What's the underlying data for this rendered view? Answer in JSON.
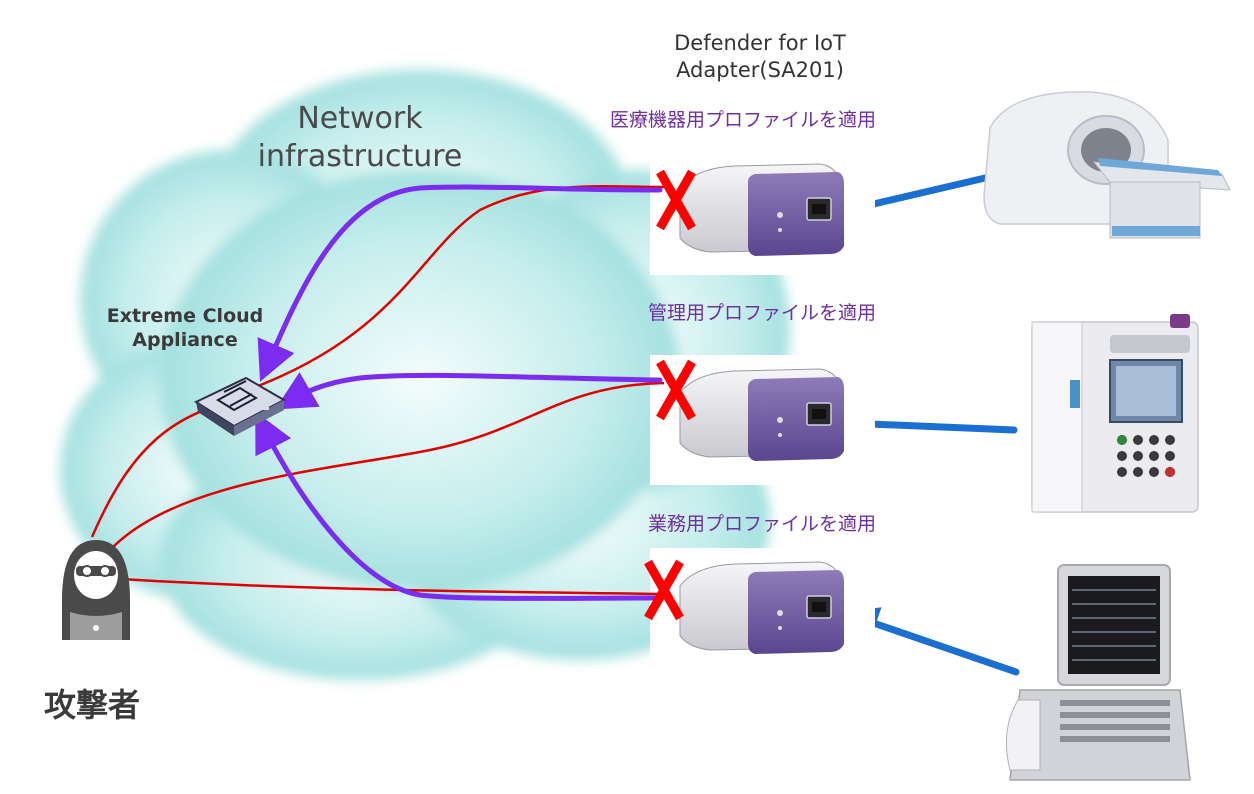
{
  "adapter": {
    "line1": "Defender for IoT",
    "line2": "Adapter(SA201)"
  },
  "network": {
    "line1": "Network",
    "line2": "infrastructure"
  },
  "appliance": {
    "line1": "Extreme Cloud",
    "line2": "Appliance"
  },
  "profiles": {
    "medical": "医療機器用プロファイルを適用",
    "admin": "管理用プロファイルを適用",
    "business": "業務用プロファイルを適用"
  },
  "attacker": {
    "label": "攻撃者"
  },
  "colors": {
    "cloud": "#a8e4e2",
    "attack_line": "#e00000",
    "legit_line": "#7b2cf0",
    "device_arrow": "#1a6fd0",
    "profile_text": "#7030a0",
    "block_mark": "#ff0000"
  },
  "icons": [
    "cloud-shape",
    "appliance-icon",
    "adapter-device-icon",
    "block-x-icon",
    "hacker-icon",
    "ct-scanner-icon",
    "infusion-pump-icon",
    "ecg-monitor-icon"
  ]
}
